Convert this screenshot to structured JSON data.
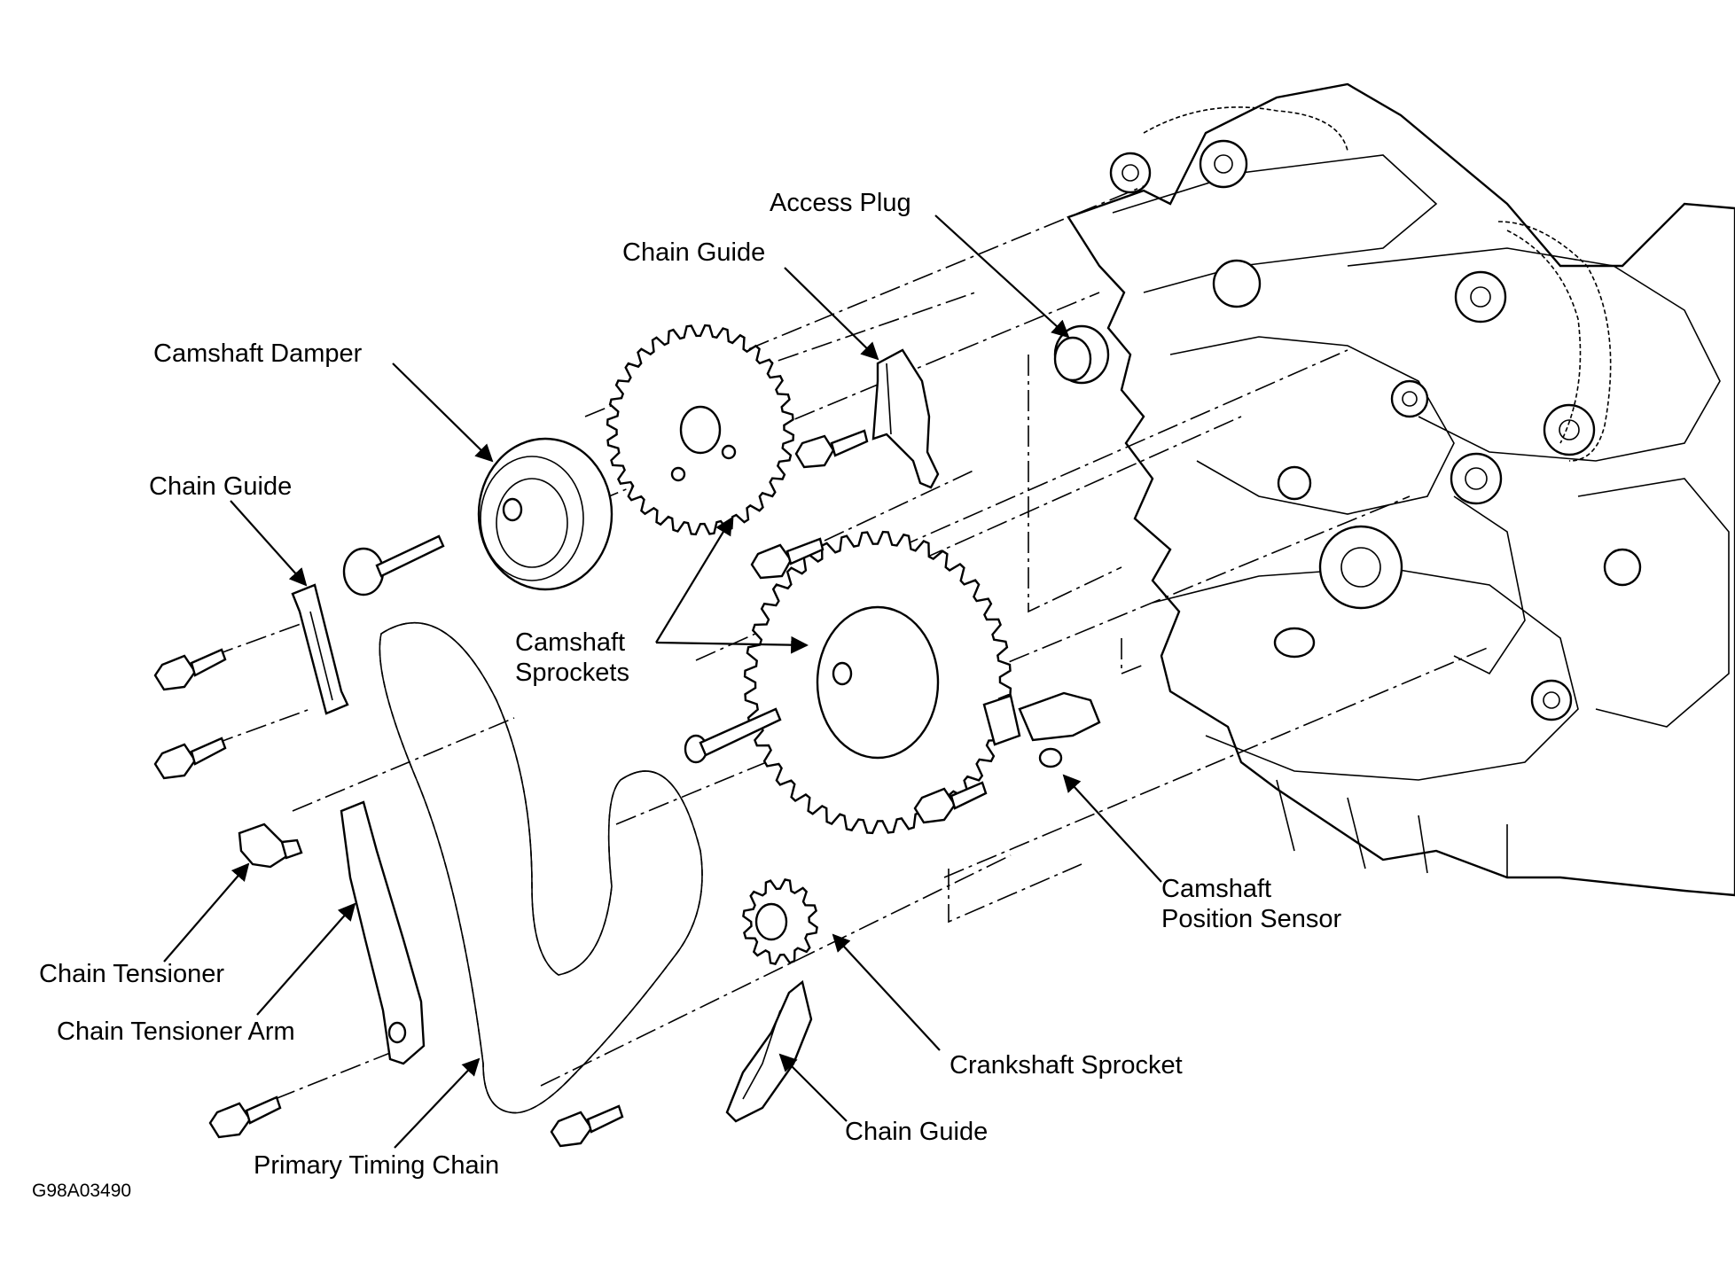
{
  "labels": {
    "access_plug": "Access Plug",
    "chain_guide_top": "Chain Guide",
    "camshaft_damper": "Camshaft Damper",
    "chain_guide_left": "Chain Guide",
    "camshaft_sprockets_1": "Camshaft",
    "camshaft_sprockets_2": "Sprockets",
    "camshaft_position_sensor_1": "Camshaft",
    "camshaft_position_sensor_2": "Position Sensor",
    "chain_tensioner": "Chain Tensioner",
    "chain_tensioner_arm": "Chain Tensioner Arm",
    "crankshaft_sprocket": "Crankshaft Sprocket",
    "chain_guide_bottom": "Chain Guide",
    "primary_timing_chain": "Primary Timing Chain"
  },
  "figure_code": "G98A03490"
}
